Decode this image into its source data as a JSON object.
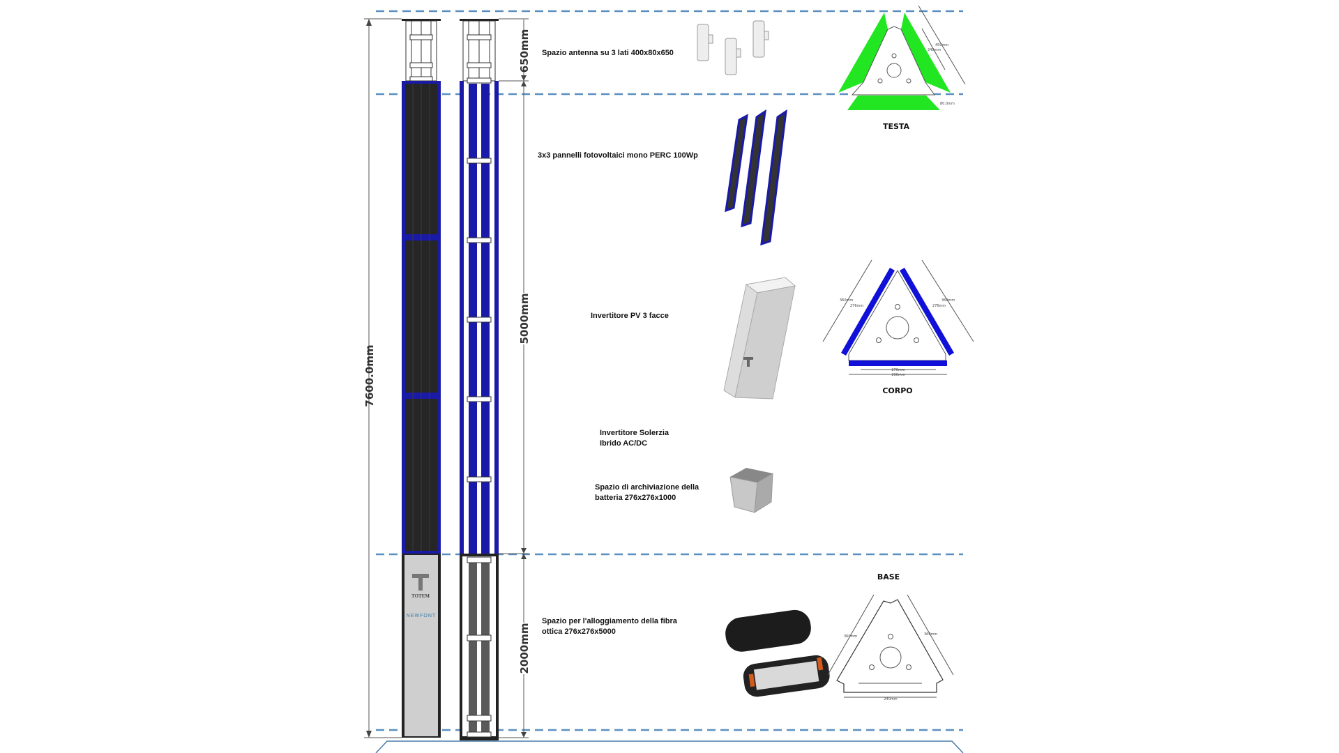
{
  "dimensions": {
    "total": "7600.0mm",
    "head": "650mm",
    "body": "5000mm",
    "base": "2000mm"
  },
  "labels": {
    "antenna": "Spazio antenna su 3 lati 400x80x650",
    "panels": "3x3 pannelli fotovoltaici mono PERC 100Wp",
    "inverter_pv": "Invertitore PV 3 facce",
    "inverter_hybrid": [
      "Invertitore Solerzia",
      "Ibrido AC/DC"
    ],
    "battery": [
      "Spazio di archiviazione della",
      "batteria 276x276x1000"
    ],
    "fiber": [
      "Spazio per l'alloggiamento della fibra",
      "ottica 276x276x5000"
    ]
  },
  "sections": {
    "testa": {
      "title": "TESTA",
      "dims": [
        "450mm",
        "245mm",
        "80.0mm"
      ]
    },
    "corpo": {
      "title": "CORPO",
      "dims": [
        "360mm",
        "276mm",
        "360mm",
        "276mm",
        "276mm",
        "260mm"
      ]
    },
    "base": {
      "title": "BASE",
      "dims": [
        "360mm",
        "360mm",
        "240mm"
      ]
    }
  },
  "logos": {
    "totem": "TOTEM",
    "newfont": "NEWFONT"
  },
  "colors": {
    "panel_blue": "#1a1aa8",
    "testa_green": "#22e622",
    "corpo_blue": "#1010d8",
    "guide": "#5b8fc0"
  }
}
